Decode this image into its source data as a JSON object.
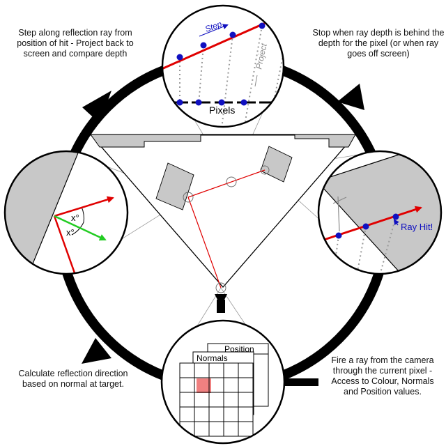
{
  "captions": {
    "step_along": "Step along reflection ray from position of hit - Project back to screen and compare depth",
    "stop_when": "Stop when ray depth is behind the depth for the pixel (or  when ray goes off screen)",
    "calculate": "Calculate reflection direction based on normal at target.",
    "fire_ray": "Fire a ray from the camera through the current pixel - Access to Colour, Normals and Position values."
  },
  "top_panel": {
    "step": "Step",
    "project": "Project",
    "pixels": "Pixels"
  },
  "right_panel": {
    "ray_hit": "Ray Hit!"
  },
  "left_panel": {
    "angle_1": "x°",
    "angle_2": "x°"
  },
  "bottom_panel": {
    "position": "Position",
    "normals": "Normals"
  },
  "colors": {
    "ray": "#e00000",
    "point": "#1010c0",
    "normal": "#22cc22",
    "surface": "#c8c8c8",
    "cell": "#f08080"
  }
}
